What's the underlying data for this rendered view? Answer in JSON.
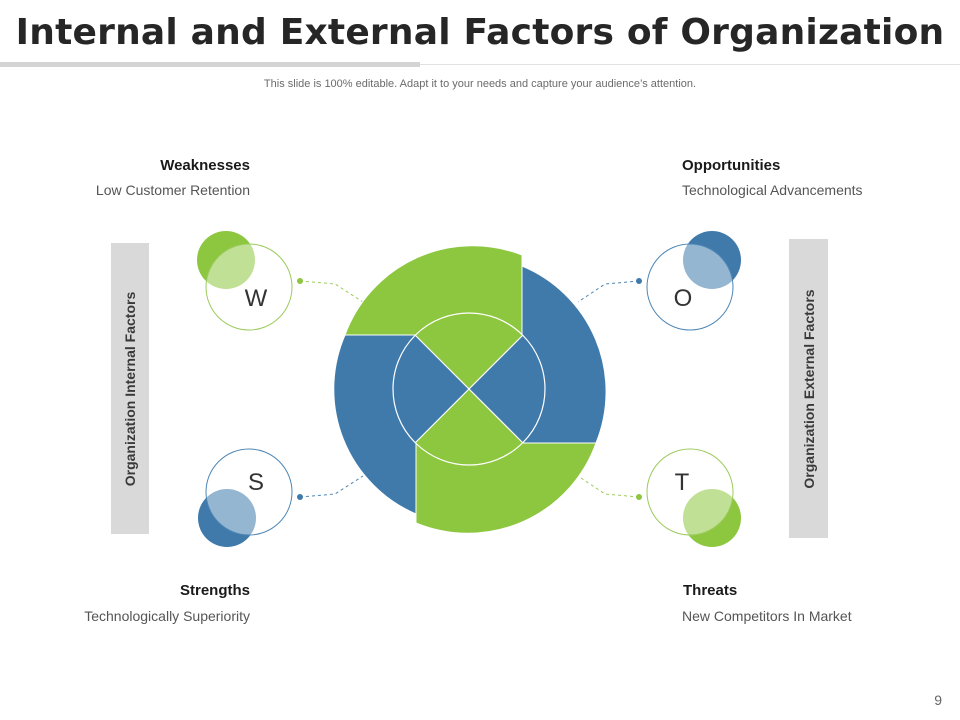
{
  "title": "Internal and External Factors of Organization",
  "subtitle": "This slide is 100% editable. Adapt it to your needs and capture your audience’s attention.",
  "side_labels": {
    "left": "Organization Internal Factors",
    "right": "Organization External Factors"
  },
  "sections": {
    "weaknesses": {
      "heading": "Weaknesses",
      "text": "Low Customer Retention",
      "letter": "W"
    },
    "opportunities": {
      "heading": "Opportunities",
      "text": "Technological Advancements",
      "letter": "O"
    },
    "strengths": {
      "heading": "Strengths",
      "text": "Technologically Superiority",
      "letter": "S"
    },
    "threats": {
      "heading": "Threats",
      "text": "New Competitors In Market",
      "letter": "T"
    }
  },
  "colors": {
    "green": "#8dc63f",
    "blue": "#3f7aab",
    "green_light": "#c2dd98",
    "blue_light": "#8fb0cf",
    "green_outline": "#9ccb5d",
    "blue_outline": "#4e86b5"
  },
  "page_number": "9"
}
